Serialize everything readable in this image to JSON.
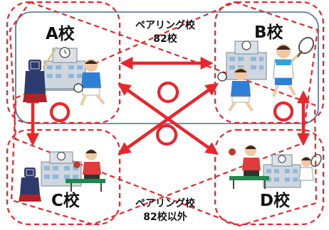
{
  "schools": {
    "a": {
      "label": "A校"
    },
    "b": {
      "label": "B校"
    },
    "c": {
      "label": "C校"
    },
    "d": {
      "label": "D校"
    }
  },
  "pairing": {
    "title": "ペアリング校",
    "count": "82校"
  },
  "non_pairing": {
    "title": "ペアリング校",
    "count": "82校以外"
  },
  "colors": {
    "group_box_outline": "#4a6f93",
    "dashed_outline": "#e8262c",
    "arrow": "#e8262c",
    "circle_mark": "#e8262c"
  },
  "icons": {
    "circle_mark": "maru-circle-icon",
    "a_school": [
      "school-building-icon",
      "kendo-player-icon",
      "soccer-player-icon"
    ],
    "b_school": [
      "school-building-icon",
      "soccer-player-icon",
      "tennis-player-icon"
    ],
    "c_school": [
      "school-building-icon",
      "kendo-player-icon",
      "table-tennis-player-icon"
    ],
    "d_school": [
      "school-building-icon",
      "table-tennis-player-icon",
      "tennis-player-icon"
    ]
  }
}
